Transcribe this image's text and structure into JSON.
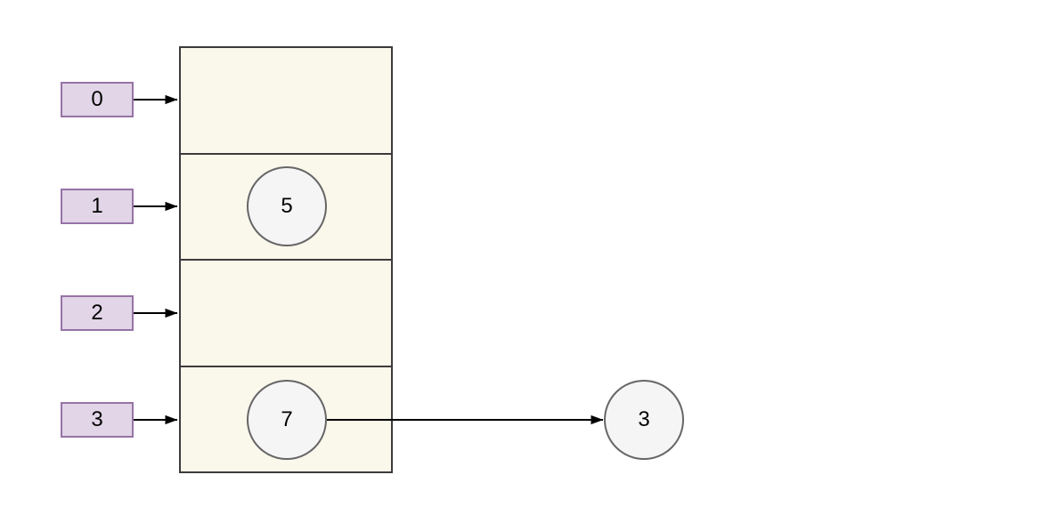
{
  "diagram": {
    "type": "hash-table-with-chaining",
    "indices": [
      "0",
      "1",
      "2",
      "3"
    ],
    "bucket_count": 4,
    "nodes": [
      {
        "value": "5",
        "bucket": 1
      },
      {
        "value": "7",
        "bucket": 3
      },
      {
        "value": "3",
        "bucket": 3,
        "chained_after": "7"
      }
    ],
    "edges": [
      {
        "from": "index-0",
        "to": "bucket-0"
      },
      {
        "from": "index-1",
        "to": "bucket-1"
      },
      {
        "from": "index-2",
        "to": "bucket-2"
      },
      {
        "from": "index-3",
        "to": "bucket-3"
      },
      {
        "from": "node-7",
        "to": "node-3"
      }
    ]
  },
  "colors": {
    "background": "#ffffff",
    "index_fill": "#e1d5e7",
    "index_border": "#9673a6",
    "bucket_fill": "#faf7eb",
    "bucket_border": "#3b3b3b",
    "node_fill": "#f5f5f5",
    "node_border": "#666666",
    "arrow": "#000000",
    "text": "#000000"
  }
}
